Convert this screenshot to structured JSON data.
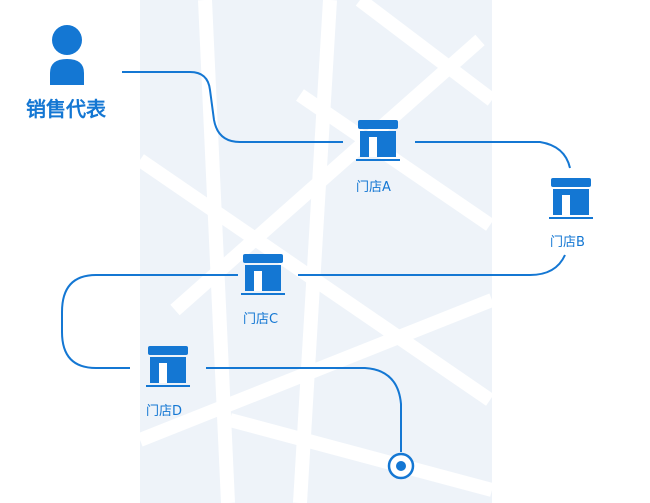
{
  "colors": {
    "accent": "#1477d3",
    "map_background": "#eef3f9",
    "map_roads": "#ffffff"
  },
  "sales_rep": {
    "label": "销售代表",
    "icon": "person-icon"
  },
  "stores": [
    {
      "label": "门店A",
      "icon": "store-icon"
    },
    {
      "label": "门店B",
      "icon": "store-icon"
    },
    {
      "label": "门店C",
      "icon": "store-icon"
    },
    {
      "label": "门店D",
      "icon": "store-icon"
    }
  ],
  "destination": {
    "icon": "location-target-icon"
  }
}
